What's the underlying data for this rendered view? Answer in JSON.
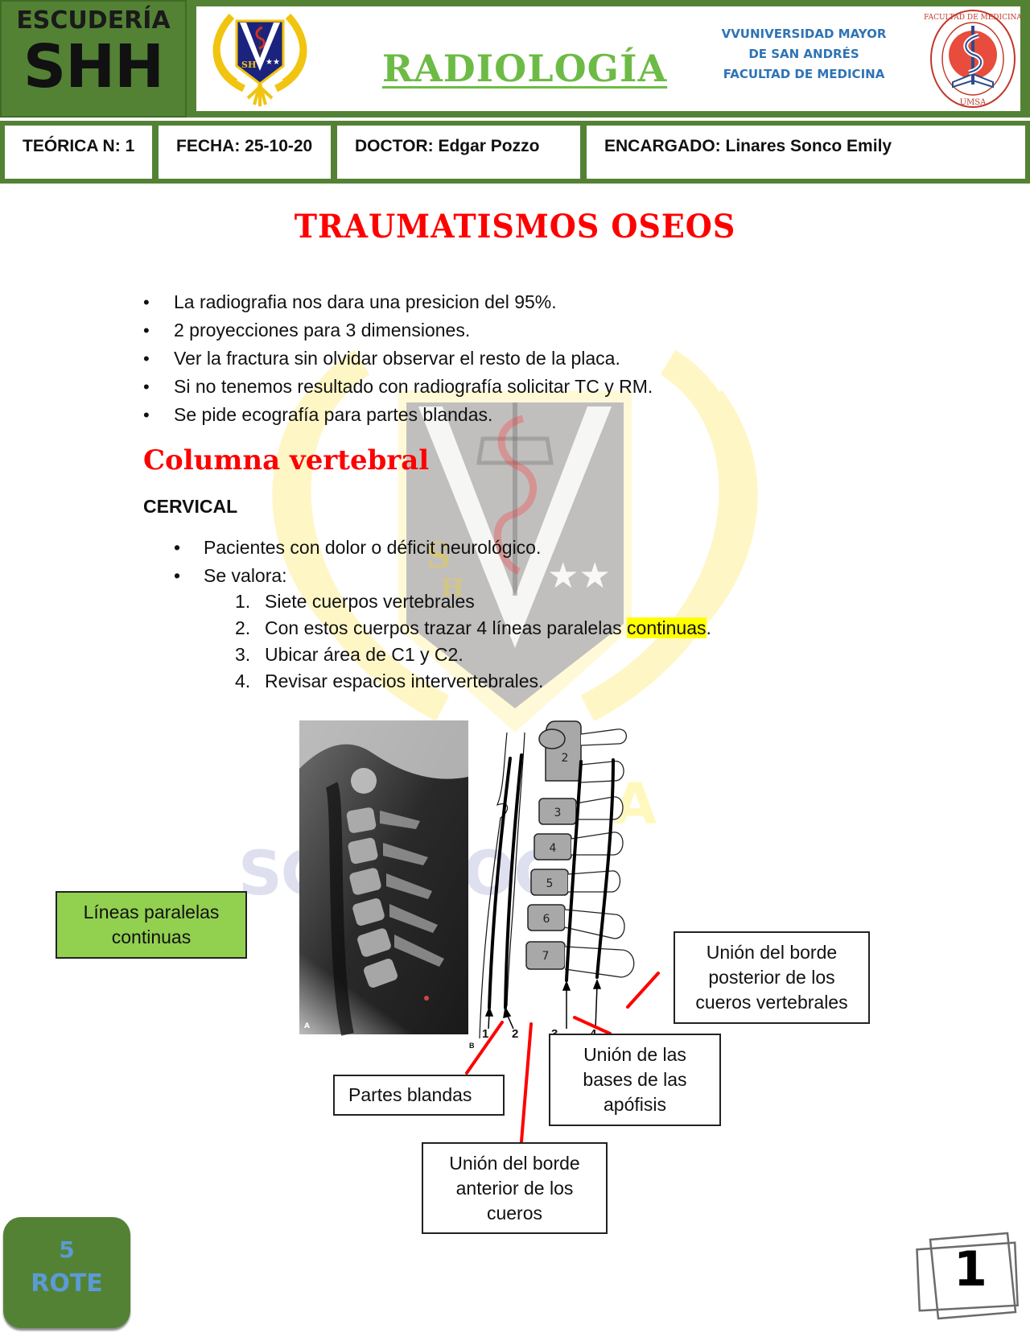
{
  "header": {
    "brand_top": "ESCUDERÍA",
    "brand_main": "SHH",
    "subject": "RADIOLOGÍA",
    "university_lines": [
      "VVUNIVERSIDAD MAYOR",
      "DE SAN ANDRÉS",
      "FACULTAD DE MEDICINA"
    ],
    "seal_text_top": "FACULTAD DE MEDICINA",
    "seal_text_bottom": "UMSA",
    "info": {
      "teorica_label": "TEÓRICA N:",
      "teorica_value": "1",
      "fecha_label": "FECHA:",
      "fecha_value": "25-10-20",
      "doctor_label": "DOCTOR:",
      "doctor_value": "Edgar Pozzo",
      "encargado_label": "ENCARGADO:",
      "encargado_value": "Linares Sonco Emily"
    },
    "colors": {
      "brand_green": "#548235",
      "subject_green": "#6dbb45",
      "uni_blue": "#2e74b5"
    }
  },
  "document": {
    "title": "TRAUMATISMOS OSEOS",
    "intro_bullets": [
      "La radiografia nos dara una presicion del 95%.",
      "2 proyecciones para 3 dimensiones.",
      "Ver la fractura sin olvidar observar el resto de la placa.",
      "Si no tenemos resultado con radiografía solicitar TC y RM.",
      "Se pide ecografía para partes blandas."
    ],
    "section_title": "Columna vertebral",
    "subsection_title": "CERVICAL",
    "cervical_bullets": [
      "Pacientes con dolor o déficit neurológico.",
      "Se valora:"
    ],
    "steps": [
      {
        "num": "1.",
        "text": "Siete cuerpos vertebrales"
      },
      {
        "num": "2.",
        "text": "Con estos cuerpos trazar 4 líneas paralelas ",
        "highlight": "continuas",
        "tail": "."
      },
      {
        "num": "3.",
        "text": "Ubicar área de C1 y C2."
      },
      {
        "num": "4.",
        "text": "Revisar espacios intervertebrales."
      }
    ],
    "colors": {
      "title_red": "#ff0000",
      "highlight_yellow": "#ffff00"
    }
  },
  "figure": {
    "panel_a_label": "A",
    "panel_b_label": "B",
    "vertebra_labels": [
      "2",
      "3",
      "4",
      "5",
      "6",
      "7"
    ],
    "line_labels": [
      "1",
      "2",
      "3",
      "4"
    ],
    "callouts": {
      "lineas": [
        "Líneas paralelas",
        "continuas"
      ],
      "posterior": [
        "Unión  del borde",
        "posterior de los",
        "cueros vertebrales"
      ],
      "partes": [
        "Partes blandas"
      ],
      "apofisis": [
        "Unión  de las",
        "bases de las",
        "apófisis"
      ],
      "anterior": [
        "Unión  del borde",
        "anterior de los",
        "cueros"
      ]
    },
    "watermark_text": [
      "A",
      "SCHEHOG"
    ]
  },
  "footer": {
    "badge_number": "5",
    "badge_text": "ROTE",
    "page_number": "1"
  }
}
